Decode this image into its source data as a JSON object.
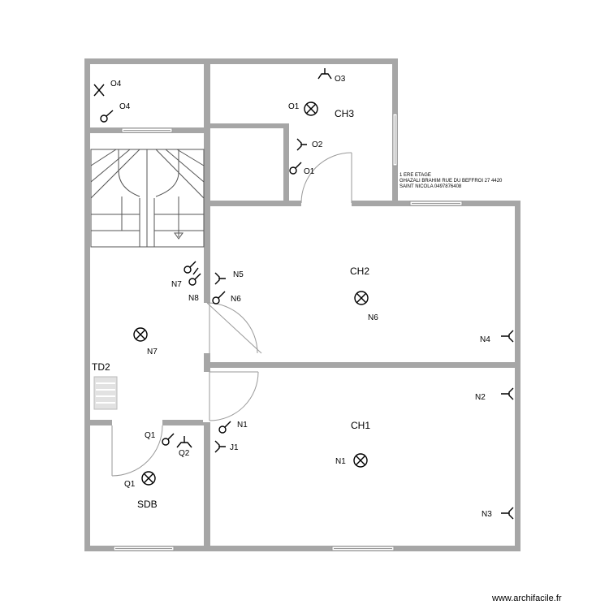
{
  "floor_info": {
    "line1": "1 ERE ETAGE",
    "line2": "GHAZALI BRAHIM RUE DU BEFFROI 27 4420",
    "line3": "SAINT NICOLA 0497876408"
  },
  "rooms": {
    "ch3": "CH3",
    "ch2": "CH2",
    "ch1": "CH1",
    "sdb": "SDB",
    "td2": "TD2"
  },
  "symbols": {
    "o4_cross": "O4",
    "o4_switch": "O4",
    "o3": "O3",
    "o1_light": "O1",
    "o2": "O2",
    "o1_switch": "O1",
    "n7_switch": "N7",
    "n5": "N5",
    "n8": "N8",
    "n6_switch": "N6",
    "n6_light": "N6",
    "n7_light": "N7",
    "n4": "N4",
    "n2": "N2",
    "n1_switch": "N1",
    "j1": "J1",
    "n1_light": "N1",
    "n3": "N3",
    "q1_switch": "Q1",
    "q2": "Q2",
    "q1_light": "Q1"
  },
  "credit": "www.archifacile.fr"
}
